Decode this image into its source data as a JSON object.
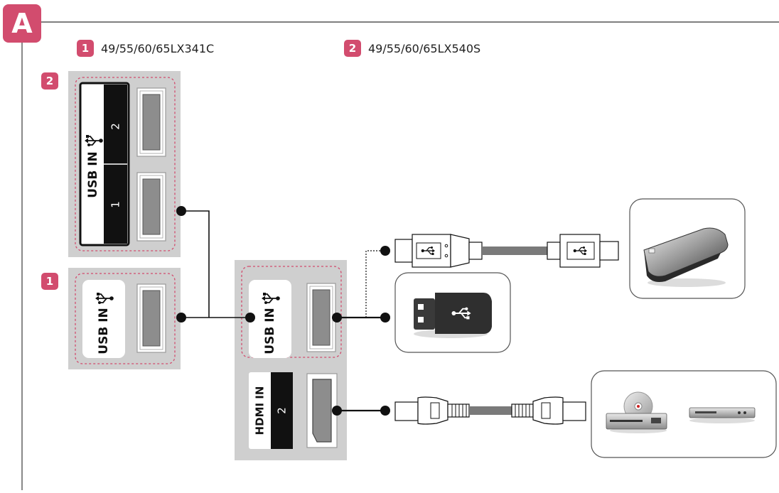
{
  "section_letter": "A",
  "models": [
    {
      "badge": "1",
      "label": "49/55/60/65LX341C"
    },
    {
      "badge": "2",
      "label": "49/55/60/65LX540S"
    }
  ],
  "panel_badges": {
    "top": "2",
    "bottom": "1"
  },
  "ports": {
    "usb_in": "USB IN",
    "port_2": "2",
    "port_1": "1",
    "hdmi_in": "HDMI IN",
    "hdmi_port": "2"
  },
  "colors": {
    "accent": "#d24c6e",
    "panel": "#cfcfcf",
    "cable": "#7a7a7a",
    "black": "#111111"
  },
  "icons": [
    "usb-icon",
    "usb-flash-drive-icon",
    "external-hdd-icon",
    "dvd-player-icon",
    "set-top-box-icon"
  ]
}
